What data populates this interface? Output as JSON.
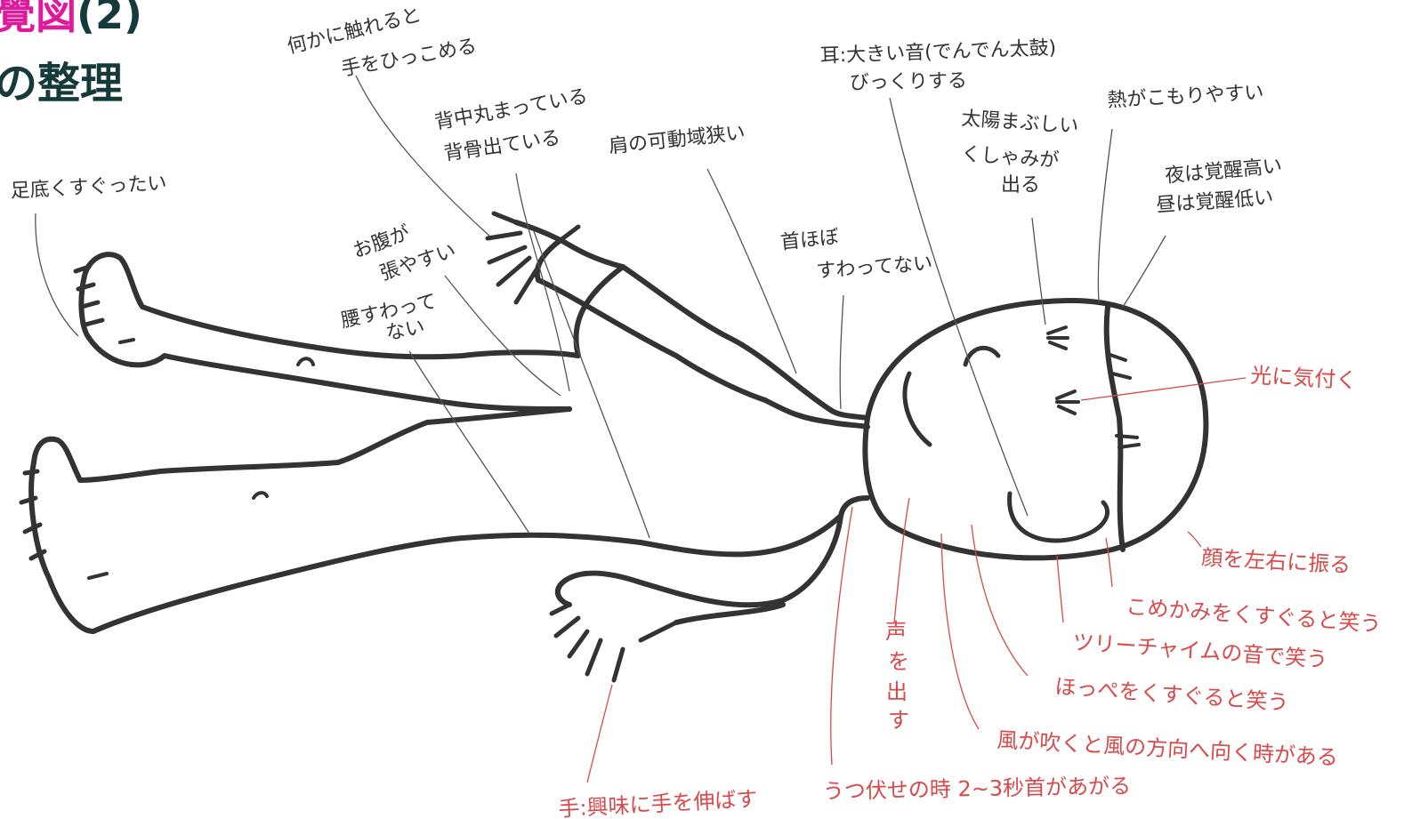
{
  "title": {
    "line1_highlight": "覺図",
    "line1_rest": "(2)",
    "line2": "の整理"
  },
  "colors": {
    "highlight": "#e0189c",
    "title_dark": "#153a3a",
    "ink": "#333333",
    "red_ink": "#d84a4a"
  },
  "annotations_black": {
    "ashi": "足底くすぐったい",
    "ryo1": "何かに触れると",
    "ryo2": "手をひっこめる",
    "senaka1": "背中丸まっている",
    "senaka2": "背骨出ている",
    "kata": "肩の可動域狭い",
    "onaka1": "お腹が",
    "onaka2": "張やすい",
    "koshi1": "腰すわって",
    "koshi2": "ない",
    "kubi1": "首ほぼ",
    "kubi2": "すわってない",
    "mimi1": "耳:大きい音(でんでん太鼓)",
    "mimi2": "びっくりする",
    "taiyo1": "太陽まぶしい",
    "taiyo2": "くしゃみが",
    "taiyo3": "出る",
    "netsu": "熱がこもりやすい",
    "yoru1": "夜は覚醒高い",
    "yoru2": "昼は覚醒低い"
  },
  "annotations_red": {
    "hikari": "光に気付く",
    "kao": "顔を左右に振る",
    "komekami": "こめかみをくすぐると笑う",
    "tree": "ツリーチャイムの音で笑う",
    "hoppe": "ほっぺをくすぐると笑う",
    "kaze": "風が吹くと風の方向へ向く時がある",
    "utsubuse": "うつ伏せの時 2~3秒首があがる",
    "koe1": "声",
    "koe2": "を",
    "koe3": "出",
    "koe4": "す",
    "bottom_left": "手:興味に手を伸ばす"
  }
}
